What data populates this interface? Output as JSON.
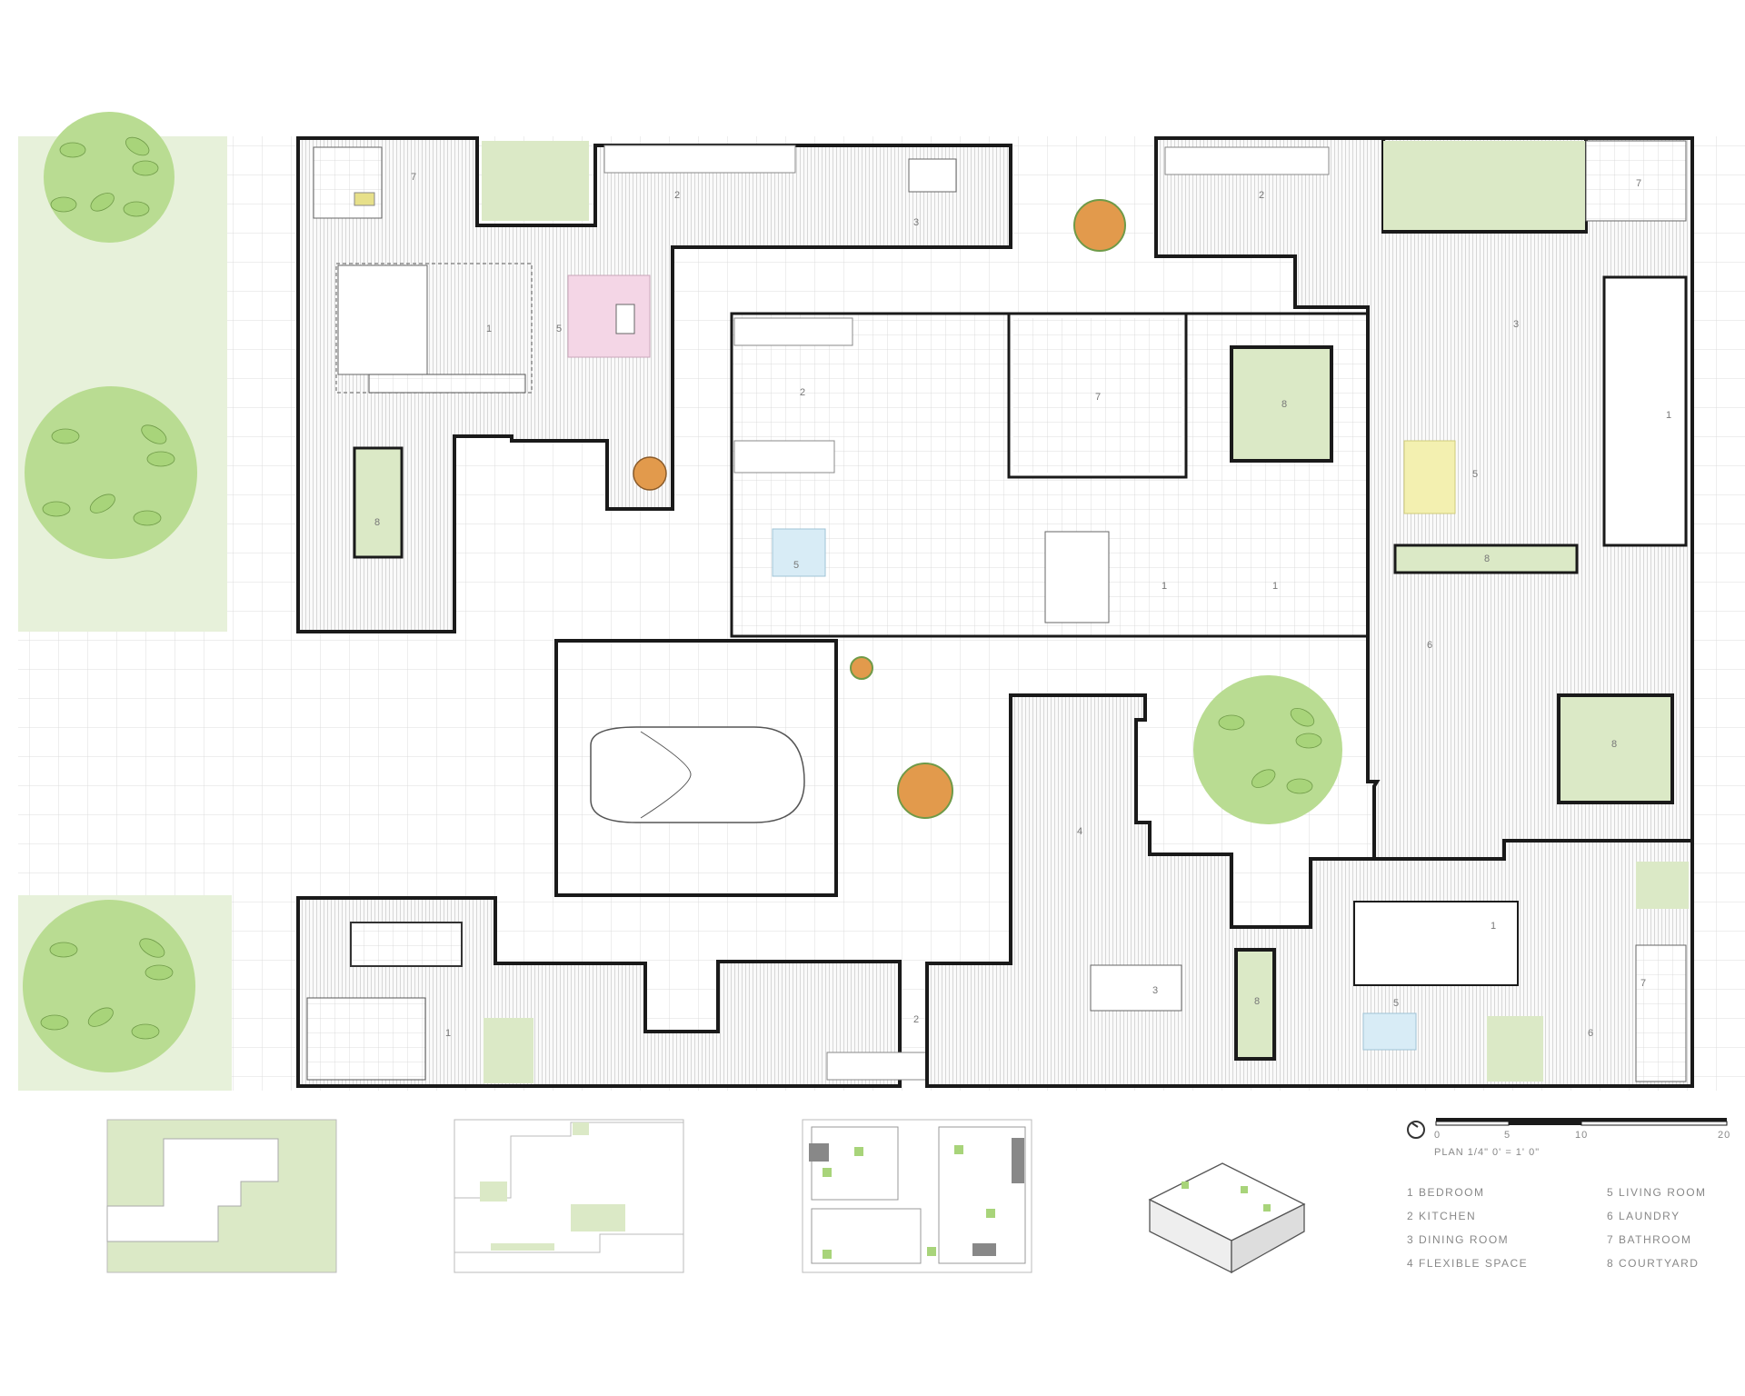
{
  "room_labels": {
    "r1": "1",
    "r2": "2",
    "r3": "3",
    "r4": "4",
    "r5": "5",
    "r6": "6",
    "r7": "7",
    "r8": "8"
  },
  "scale": {
    "title": "PLAN 1/4\" 0' = 1' 0\"",
    "ticks": [
      "0",
      "5",
      "10",
      "20"
    ]
  },
  "legend": {
    "items": [
      "1 BEDROOM",
      "2 KITCHEN",
      "3 DINING ROOM",
      "4 FLEXIBLE SPACE",
      "5 LIVING ROOM",
      "6 LAUNDRY",
      "7 BATHROOM",
      "8 COURTYARD"
    ]
  },
  "colors": {
    "wall": "#1a1a1a",
    "courtyard": "#dbe9c6",
    "tree": "#a8d47a",
    "tree_stroke": "#6f9a48",
    "rug_pink": "#f4d6e6",
    "rug_yellow": "#f3f0b0",
    "rug_blue": "#d8ecf6",
    "plant": "#e29a4c"
  }
}
